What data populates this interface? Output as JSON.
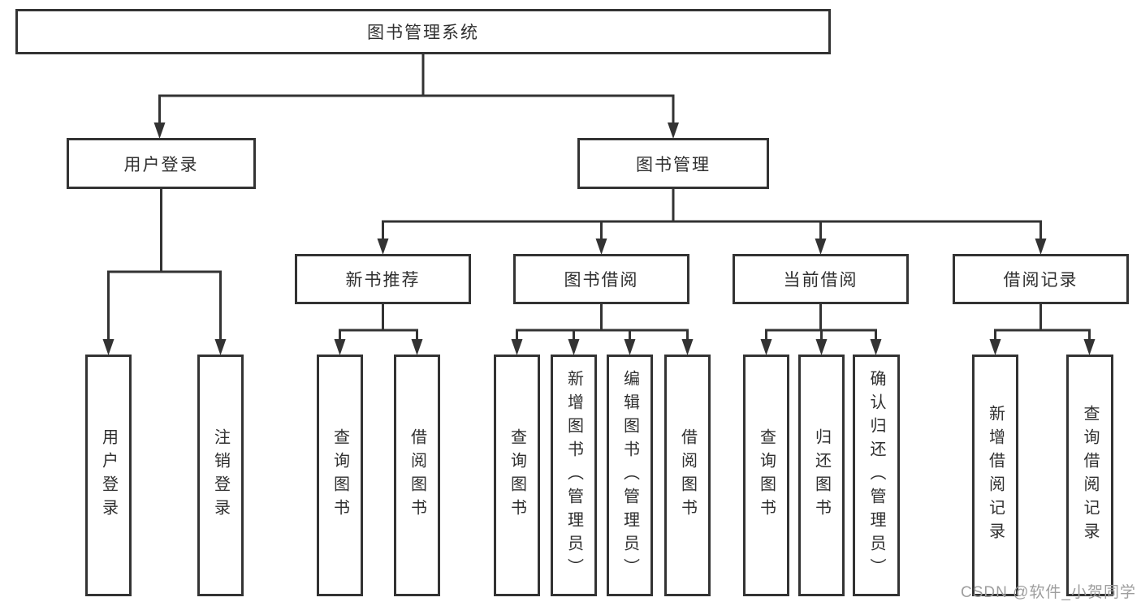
{
  "diagram": {
    "root": {
      "label": "图书管理系统"
    },
    "branches": [
      {
        "label": "用户登录",
        "children": [
          {
            "label": "用户登录"
          },
          {
            "label": "注销登录"
          }
        ]
      },
      {
        "label": "图书管理",
        "children": [
          {
            "label": "新书推荐",
            "children": [
              {
                "label": "查询图书"
              },
              {
                "label": "借阅图书"
              }
            ]
          },
          {
            "label": "图书借阅",
            "children": [
              {
                "label": "查询图书"
              },
              {
                "label": "新增图书（管理员）"
              },
              {
                "label": "编辑图书（管理员）"
              },
              {
                "label": "借阅图书"
              }
            ]
          },
          {
            "label": "当前借阅",
            "children": [
              {
                "label": "查询图书"
              },
              {
                "label": "归还图书"
              },
              {
                "label": "确认归还（管理员）"
              }
            ]
          },
          {
            "label": "借阅记录",
            "children": [
              {
                "label": "新增借阅记录"
              },
              {
                "label": "查询借阅记录"
              }
            ]
          }
        ]
      }
    ]
  },
  "watermark": {
    "text": "CSDN @软件_小贺同学"
  },
  "colors": {
    "line": "#333333",
    "box_border": "#333333",
    "text": "#2f2f2f",
    "watermark": "#9e9e9e",
    "background": "#ffffff"
  }
}
